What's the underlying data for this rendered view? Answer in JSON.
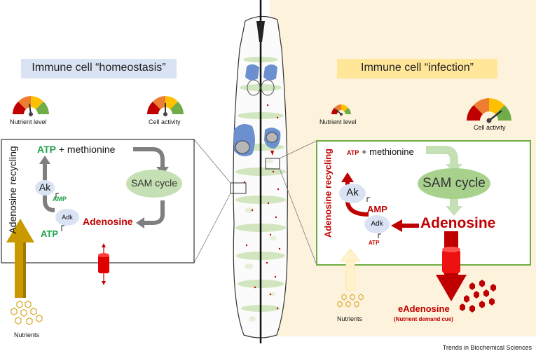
{
  "left": {
    "title": "Immune cell “homeostasis”",
    "nutrient_label": "Nutrient level",
    "activity_label": "Cell activity",
    "atp": "ATP",
    "methionine": " + methionine",
    "sam": "SAM cycle",
    "ak": "Ak",
    "amp": "AMP",
    "adk": "Adk",
    "atp2": "ATP",
    "adenosine": "Adenosine",
    "recycling": "Adenosine recycling",
    "nutrients": "Nutrients"
  },
  "right": {
    "title": "Immune cell “infection”",
    "nutrient_label": "Nutrient level",
    "activity_label": "Cell activity",
    "atp": "ATP",
    "methionine": " + methionine",
    "sam": "SAM cycle",
    "ak": "Ak",
    "amp": "AMP",
    "adk": "Adk",
    "atp2": "ATP",
    "adenosine": "Adenosine",
    "recycling": "Adenosine recycling",
    "nutrients": "Nutrients",
    "eadenosine": "eAdenosine",
    "cue": "(Nutrient demand cue)"
  },
  "footer": "Trends in Biochemical Sciences",
  "colors": {
    "green": "#1fa24a",
    "red": "#c00000",
    "gray": "#7f7f7f",
    "lightgreen": "#a9d18e",
    "gold": "#c89a00",
    "blue_label": "#dae3f3",
    "yellow_label": "#ffe699",
    "right_bg": "#fdf3dc"
  }
}
